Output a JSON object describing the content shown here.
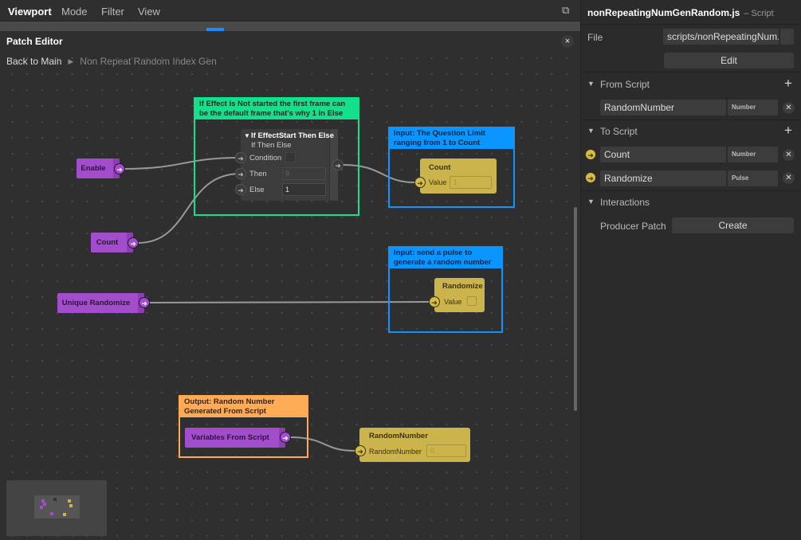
{
  "topbar": {
    "menus": [
      "Viewport",
      "Mode",
      "Filter",
      "View"
    ]
  },
  "patch_editor": {
    "title": "Patch Editor",
    "close": "×",
    "breadcrumb": {
      "back": "Back to Main",
      "current": "Non Repeat Random Index Gen"
    }
  },
  "comments": {
    "green": "if Effect is Not started the first frame can be the default frame that's why 1 in Else",
    "blue1": "Input: The Question Limit ranging from 1 to Count",
    "blue2": "Input: send a pulse to generate a random number",
    "orange": "Output: Random Number Generated From Script"
  },
  "nodes": {
    "enable": "Enable",
    "count": "Count",
    "unique_randomize": "Unique Randomize",
    "variables_from_script": "Variables From Script",
    "ifelse": {
      "title": "If EffectStart Then Else",
      "subtitle": "If Then Else",
      "condition": "Condition",
      "then": "Then",
      "then_value": "9",
      "else": "Else",
      "else_value": "1"
    },
    "count_input": {
      "title": "Count",
      "label": "Value",
      "value": "1"
    },
    "randomize_input": {
      "title": "Randomize",
      "label": "Value"
    },
    "random_number": {
      "title": "RandomNumber",
      "label": "RandomNumber",
      "value": "0"
    }
  },
  "panel": {
    "title": "nonRepeatingNumGenRandom.js",
    "subtitle": "– Script",
    "file_label": "File",
    "file_value": "scripts/nonRepeatingNum...",
    "edit": "Edit",
    "from_script": "From Script",
    "from_items": [
      {
        "name": "RandomNumber",
        "type": "Number"
      }
    ],
    "to_script": "To Script",
    "to_items": [
      {
        "name": "Count",
        "type": "Number"
      },
      {
        "name": "Randomize",
        "type": "Pulse"
      }
    ],
    "interactions": "Interactions",
    "producer_patch": "Producer Patch",
    "create": "Create"
  },
  "colors": {
    "green": "#12e08b",
    "blue": "#0a95ff",
    "orange": "#ffaa55",
    "purple": "#a24ecc",
    "yellow": "#cbb44b"
  }
}
